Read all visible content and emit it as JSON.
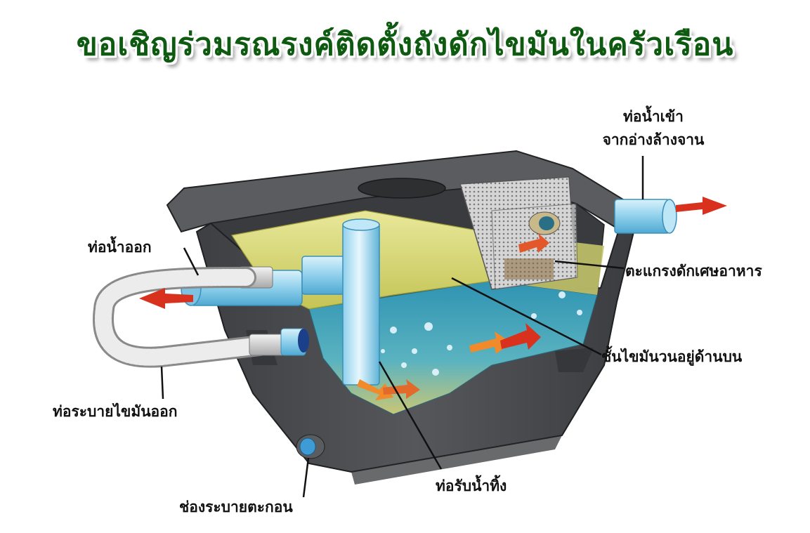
{
  "title": "ขอเชิญร่วมรณรงค์ติดตั้งถังดักไขมันในครัวเรือน",
  "labels": {
    "inlet_line1": "ท่อน้ำเข้า",
    "inlet_line2": "จากอ่างล้างจาน",
    "outlet": "ท่อน้ำออก",
    "screen": "ตะแกรงดักเศษอาหาร",
    "grease_layer": "ชั้นไขมันวนอยู่ด้านบน",
    "grease_drain": "ท่อระบายไขมันออก",
    "receiving_pipe": "ท่อรับน้ำทิ้ง",
    "sediment_drain": "ช่องระบายตะกอน"
  },
  "colors": {
    "title": "#0e5a10",
    "tank_body": "#4a4c4f",
    "grease": "#d7d77a",
    "water": "#3e9fba",
    "pipe": "#9fd6ee",
    "arrow": "#d8321e"
  }
}
